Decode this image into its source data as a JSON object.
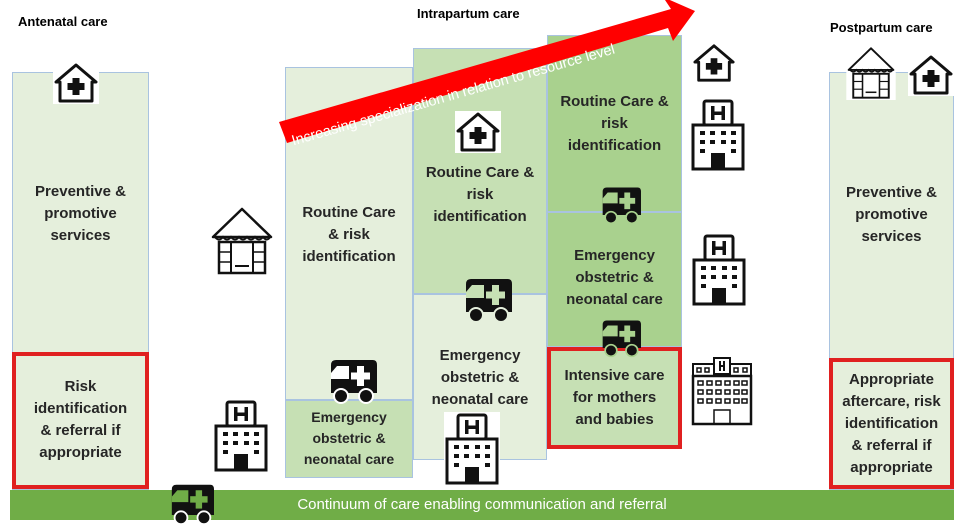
{
  "headers": {
    "antenatal": "Antenatal care",
    "intrapartum": "Intrapartum care",
    "postpartum": "Postpartum care"
  },
  "arrow": {
    "label": "Increasing specialization in relation to resource level"
  },
  "antenatal": {
    "main": "Preventive &\npromotive\nservices",
    "referral": "Risk\nidentification\n& referral if\nappropriate"
  },
  "intrapartum": {
    "level1_routine": "Routine Care\n& risk\nidentification",
    "level1_emergency": "Emergency\nobstetric &\nneonatal care",
    "level2_routine": "Routine Care &\nrisk\nidentification",
    "level2_emergency": "Emergency\nobstetric &\nneonatal care",
    "level3_routine": "Routine Care &\nrisk\nidentification",
    "level3_emergency": "Emergency\nobstetric &\nneonatal care",
    "level3_intensive": "Intensive care\nfor mothers\nand babies"
  },
  "postpartum": {
    "main": "Preventive &\npromotive\nservices",
    "aftercare": "Appropriate\naftercare, risk\nidentification\n& referral if\nappropriate"
  },
  "bottom_bar": {
    "label": "Continuum of care enabling communication and referral"
  },
  "colors": {
    "light": "#e5efdc",
    "mid": "#c6e0b4",
    "dark": "#a9d18e",
    "bar": "#70ad47",
    "red": "#e02020"
  },
  "icons": [
    "house-medical-icon",
    "hut-icon",
    "ambulance-icon",
    "hospital-icon",
    "large-hospital-icon"
  ]
}
